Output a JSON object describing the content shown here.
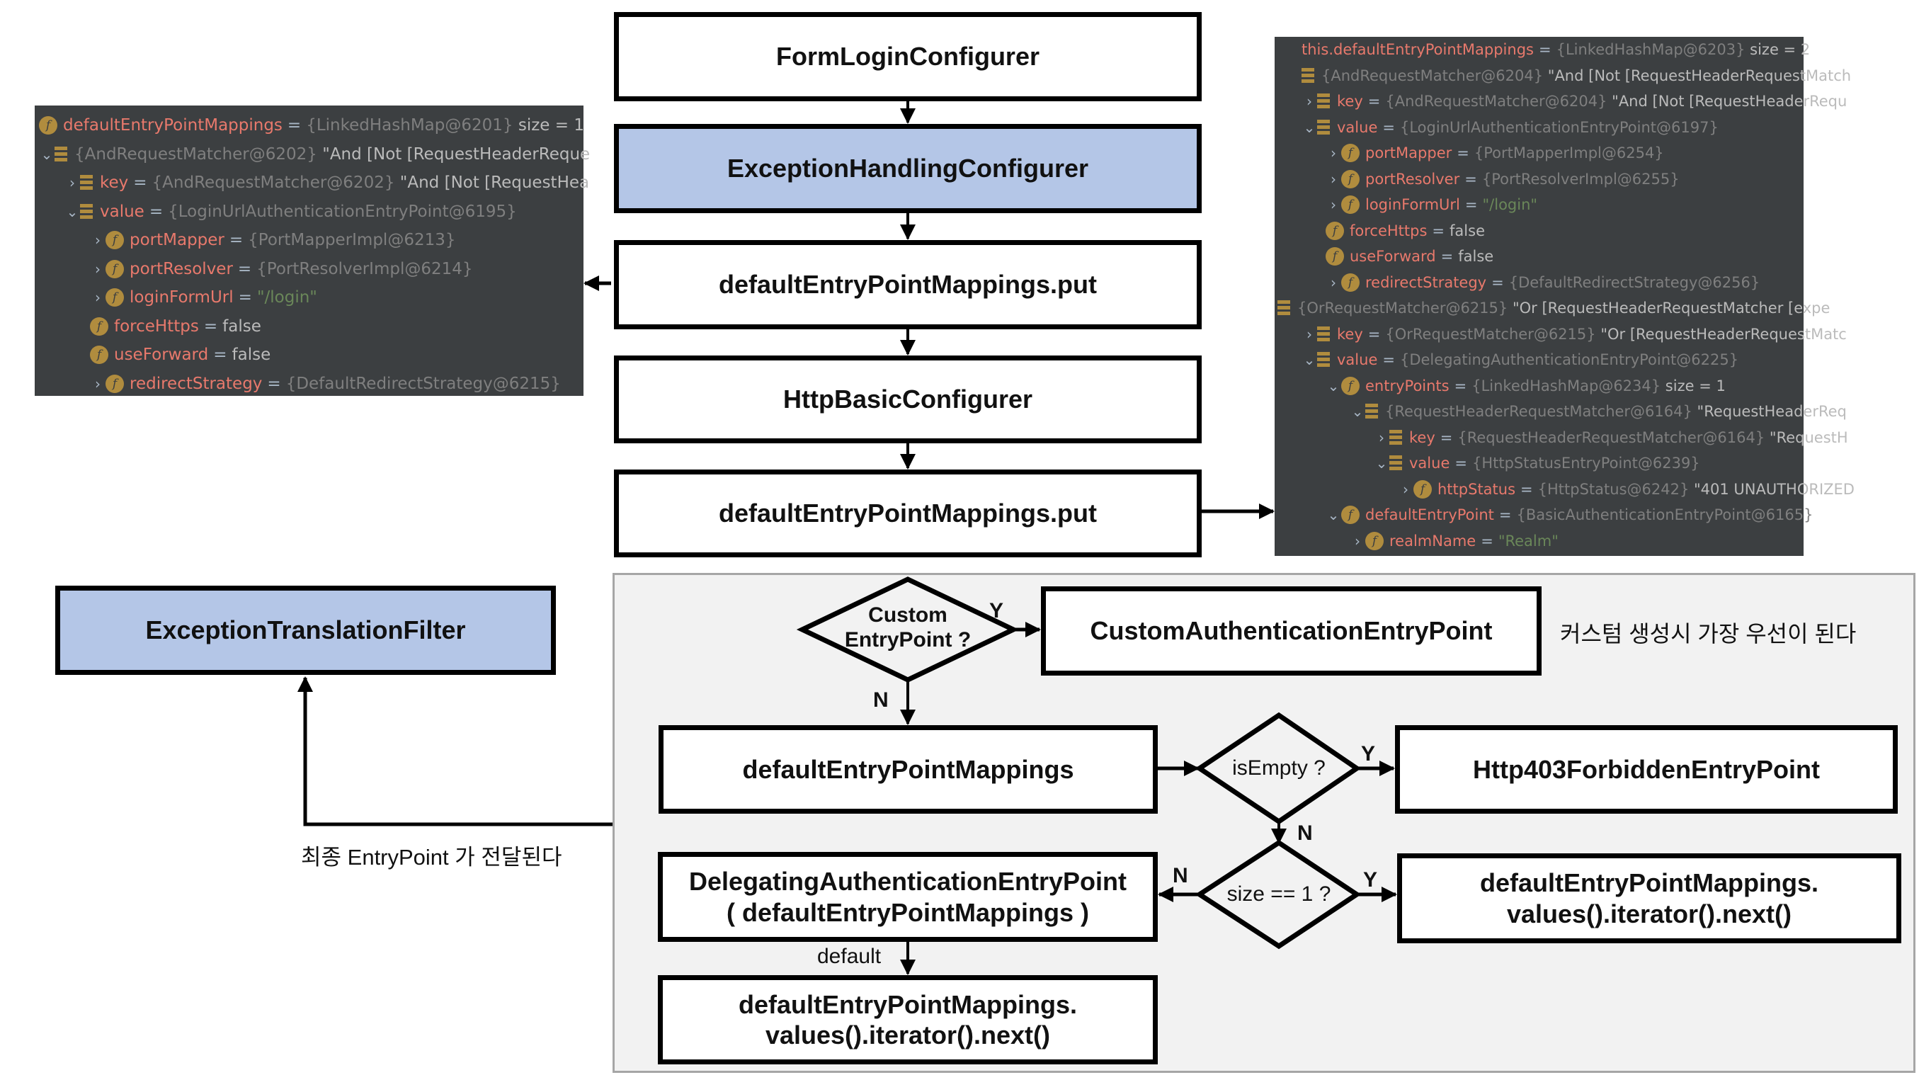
{
  "top_flow": {
    "boxes": [
      {
        "label": "FormLoginConfigurer",
        "highlight": false
      },
      {
        "label": "ExceptionHandlingConfigurer",
        "highlight": true
      },
      {
        "label": "defaultEntryPointMappings.put",
        "highlight": false
      },
      {
        "label": "HttpBasicConfigurer",
        "highlight": false
      },
      {
        "label": "defaultEntryPointMappings.put",
        "highlight": false
      }
    ]
  },
  "left_debug": {
    "rows": [
      {
        "indent": 0,
        "chevron": "",
        "icon": "field",
        "name": "defaultEntryPointMappings",
        "type": "{LinkedHashMap@6201}",
        "value": " size = 1"
      },
      {
        "indent": 0,
        "chevron": "down",
        "icon": "list",
        "name": "",
        "type": "{AndRequestMatcher@6202}",
        "value": " \"And [Not [RequestHeaderReque"
      },
      {
        "indent": 1,
        "chevron": "right",
        "icon": "list",
        "name": "key",
        "type": "{AndRequestMatcher@6202}",
        "value": " \"And [Not [RequestHea"
      },
      {
        "indent": 1,
        "chevron": "down",
        "icon": "list",
        "name": "value",
        "type": "{LoginUrlAuthenticationEntryPoint@6195}",
        "value": ""
      },
      {
        "indent": 2,
        "chevron": "right",
        "icon": "field",
        "name": "portMapper",
        "type": "{PortMapperImpl@6213}",
        "value": ""
      },
      {
        "indent": 2,
        "chevron": "right",
        "icon": "field",
        "name": "portResolver",
        "type": "{PortResolverImpl@6214}",
        "value": ""
      },
      {
        "indent": 2,
        "chevron": "right",
        "icon": "field",
        "name": "loginFormUrl",
        "type": "",
        "str": "\"/login\"",
        "value": ""
      },
      {
        "indent": 2,
        "chevron": "",
        "icon": "field",
        "name": "forceHttps",
        "type": "",
        "value": "false"
      },
      {
        "indent": 2,
        "chevron": "",
        "icon": "field",
        "name": "useForward",
        "type": "",
        "value": "false"
      },
      {
        "indent": 2,
        "chevron": "right",
        "icon": "field",
        "name": "redirectStrategy",
        "type": "{DefaultRedirectStrategy@6215}",
        "value": ""
      }
    ]
  },
  "right_debug": {
    "rows": [
      {
        "indent": 0,
        "chevron": "",
        "icon": "",
        "name": "this.defaultEntryPointMappings",
        "type": "{LinkedHashMap@6203}",
        "value": " size = 2"
      },
      {
        "indent": 0,
        "chevron": "",
        "icon": "list",
        "name": "",
        "type": "{AndRequestMatcher@6204}",
        "value": " \"And [Not [RequestHeaderRequestMatch"
      },
      {
        "indent": 0,
        "chevron": "right",
        "icon": "list",
        "name": "key",
        "type": "{AndRequestMatcher@6204}",
        "value": " \"And [Not [RequestHeaderRequ"
      },
      {
        "indent": 0,
        "chevron": "down",
        "icon": "list",
        "name": "value",
        "type": "{LoginUrlAuthenticationEntryPoint@6197}",
        "value": ""
      },
      {
        "indent": 1,
        "chevron": "right",
        "icon": "field",
        "name": "portMapper",
        "type": "{PortMapperImpl@6254}",
        "value": ""
      },
      {
        "indent": 1,
        "chevron": "right",
        "icon": "field",
        "name": "portResolver",
        "type": "{PortResolverImpl@6255}",
        "value": ""
      },
      {
        "indent": 1,
        "chevron": "right",
        "icon": "field",
        "name": "loginFormUrl",
        "type": "",
        "str": "\"/login\"",
        "value": ""
      },
      {
        "indent": 1,
        "chevron": "",
        "icon": "field",
        "name": "forceHttps",
        "type": "",
        "value": "false"
      },
      {
        "indent": 1,
        "chevron": "",
        "icon": "field",
        "name": "useForward",
        "type": "",
        "value": "false"
      },
      {
        "indent": 1,
        "chevron": "right",
        "icon": "field",
        "name": "redirectStrategy",
        "type": "{DefaultRedirectStrategy@6256}",
        "value": ""
      },
      {
        "indent": -1,
        "chevron": "",
        "icon": "list",
        "name": "",
        "type": "{OrRequestMatcher@6215}",
        "value": " \"Or [RequestHeaderRequestMatcher [expe"
      },
      {
        "indent": 0,
        "chevron": "right",
        "icon": "list",
        "name": "key",
        "type": "{OrRequestMatcher@6215}",
        "value": " \"Or [RequestHeaderRequestMatc"
      },
      {
        "indent": 0,
        "chevron": "down",
        "icon": "list",
        "name": "value",
        "type": "{DelegatingAuthenticationEntryPoint@6225}",
        "value": ""
      },
      {
        "indent": 1,
        "chevron": "down",
        "icon": "field",
        "name": "entryPoints",
        "type": "{LinkedHashMap@6234}",
        "value": " size = 1"
      },
      {
        "indent": 2,
        "chevron": "down",
        "icon": "list",
        "name": "",
        "type": "{RequestHeaderRequestMatcher@6164}",
        "value": " \"RequestHeaderReq"
      },
      {
        "indent": 3,
        "chevron": "right",
        "icon": "list",
        "name": "key",
        "type": "{RequestHeaderRequestMatcher@6164}",
        "value": " \"RequestH"
      },
      {
        "indent": 3,
        "chevron": "down",
        "icon": "list",
        "name": "value",
        "type": "{HttpStatusEntryPoint@6239}",
        "value": ""
      },
      {
        "indent": 4,
        "chevron": "right",
        "icon": "field",
        "name": "httpStatus",
        "type": "{HttpStatus@6242}",
        "value": " \"401 UNAUTHORIZED"
      },
      {
        "indent": 1,
        "chevron": "down",
        "icon": "field",
        "name": "defaultEntryPoint",
        "type": "{BasicAuthenticationEntryPoint@6165}",
        "value": ""
      },
      {
        "indent": 2,
        "chevron": "right",
        "icon": "field",
        "name": "realmName",
        "type": "",
        "str": "\"Realm\"",
        "value": ""
      }
    ]
  },
  "filter_box": {
    "label": "ExceptionTranslationFilter"
  },
  "filter_note": "최종 EntryPoint 가 전달된다",
  "decision_flow": {
    "custom_decision": {
      "line1": "Custom",
      "line2": "EntryPoint ?"
    },
    "custom_yes_label": "Y",
    "custom_no_label": "N",
    "custom_box": "CustomAuthenticationEntryPoint",
    "custom_note": "커스텀 생성시 가장 우선이 된다",
    "mappings_box": "defaultEntryPointMappings",
    "is_empty_decision": "isEmpty ?",
    "is_empty_yes_label": "Y",
    "is_empty_no_label": "N",
    "forbidden_box": "Http403ForbiddenEntryPoint",
    "size_decision": "size == 1 ?",
    "size_yes_label": "Y",
    "size_no_label": "N",
    "single_box": {
      "line1": "defaultEntryPointMappings.",
      "line2": "values().iterator().next()"
    },
    "delegating_box": {
      "line1": "DelegatingAuthenticationEntryPoint",
      "line2": "( defaultEntryPointMappings )"
    },
    "default_label": "default",
    "default_box": {
      "line1": "defaultEntryPointMappings.",
      "line2": "values().iterator().next()"
    }
  },
  "colors": {
    "highlight_box": "#b4c6e7",
    "debug_bg": "#3c3f41",
    "debug_name": "#e8796c",
    "debug_type": "#7f7f7f",
    "debug_string": "#6a8759",
    "panel_bg": "#f2f2f2"
  }
}
